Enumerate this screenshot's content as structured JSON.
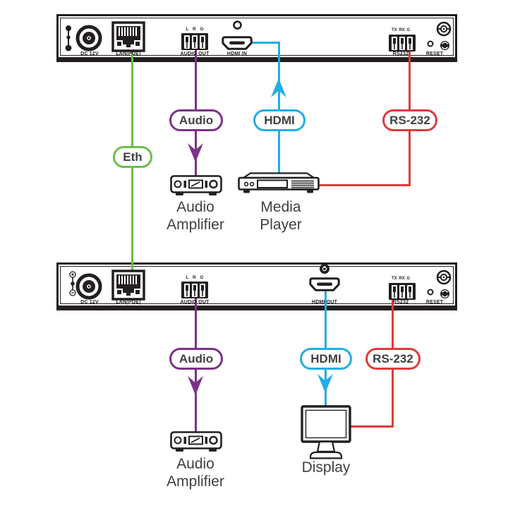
{
  "colors": {
    "eth": "#6abf4b",
    "audio": "#7d3189",
    "hdmi": "#20aee5",
    "rs232": "#e03a3c",
    "ink": "#231f20",
    "label_text": "#414042"
  },
  "top_panel": {
    "dc_label": "DC 12V",
    "lan_label": "LAN(POE)",
    "audio_pins": "L R G",
    "audio_label": "AUDIO OUT",
    "hdmi_label": "HDMI IN",
    "rs232_pins": "TX RX G",
    "rs232_label": "RS232",
    "reset_label": "RESET"
  },
  "bottom_panel": {
    "dc_label": "DC 12V",
    "lan_label": "LAN(POE)",
    "audio_pins": "L R G",
    "audio_label": "AUDIO OUT",
    "hdmi_label": "HDMI OUT",
    "rs232_pins": "TX RX G",
    "rs232_label": "RS232",
    "reset_label": "RESET"
  },
  "tags": {
    "eth": "Eth",
    "audio_top": "Audio",
    "hdmi_top": "HDMI",
    "rs232_top": "RS-232",
    "audio_bottom": "Audio",
    "hdmi_bottom": "HDMI",
    "rs232_bottom": "RS-232"
  },
  "devices": {
    "amp_top": {
      "line1": "Audio",
      "line2": "Amplifier"
    },
    "media_player": {
      "line1": "Media",
      "line2": "Player"
    },
    "amp_bottom": {
      "line1": "Audio",
      "line2": "Amplifier"
    },
    "display": {
      "label": "Display"
    }
  }
}
